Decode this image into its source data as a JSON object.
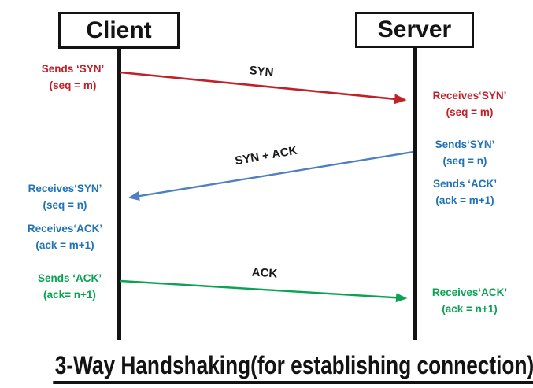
{
  "title": "3-Way Handshaking(for establishing connection)",
  "colors": {
    "red": "#c02028",
    "blue_text": "#2173b6",
    "blue_arrow": "#4f7fc0",
    "green": "#0aa353",
    "black": "#131313"
  },
  "actors": {
    "client": "Client",
    "server": "Server"
  },
  "messages": {
    "syn": {
      "label": "SYN",
      "from": "Client",
      "to": "Server",
      "color": "#c02028"
    },
    "synack": {
      "label": "SYN + ACK",
      "from": "Server",
      "to": "Client",
      "color": "#4f7fc0"
    },
    "ack": {
      "label": "ACK",
      "from": "Client",
      "to": "Server",
      "color": "#0aa353"
    }
  },
  "annotations": {
    "client_syn": {
      "line1": "Sends ‘SYN’",
      "line2": "(seq = m)"
    },
    "client_recv_syn": {
      "line1": "Receives‘SYN’",
      "line2": "(seq = n)"
    },
    "client_recv_ack": {
      "line1": "Receives‘ACK’",
      "line2": "(ack = m+1)"
    },
    "client_send_ack": {
      "line1": "Sends ‘ACK’",
      "line2": "(ack= n+1)"
    },
    "server_recv_syn": {
      "line1": "Receives‘SYN’",
      "line2": "(seq = m)"
    },
    "server_send_syn": {
      "line1": "Sends‘SYN’",
      "line2": "(seq = n)"
    },
    "server_send_ack": {
      "line1": "Sends ‘ACK’",
      "line2": "(ack = m+1)"
    },
    "server_recv_ack": {
      "line1": "Receives‘ACK’",
      "line2": "(ack = n+1)"
    }
  }
}
